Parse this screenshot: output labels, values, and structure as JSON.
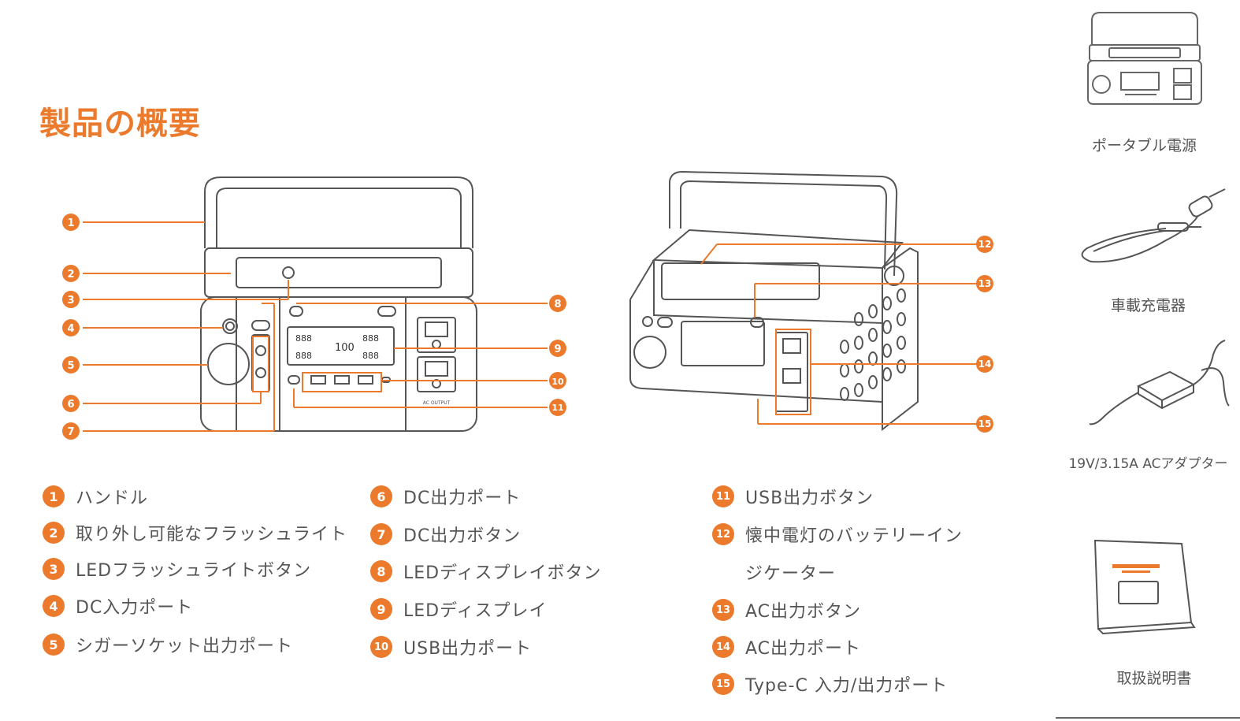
{
  "title": "製品の概要",
  "callouts": [
    "1",
    "2",
    "3",
    "4",
    "5",
    "6",
    "7",
    "8",
    "9",
    "10",
    "11",
    "12",
    "13",
    "14",
    "15"
  ],
  "device": {
    "display_digits": [
      "888",
      "888",
      "888",
      "888",
      "100"
    ],
    "ac_output_label": "AC OUTPUT"
  },
  "legend": [
    {
      "num": "1",
      "label": "ハンドル"
    },
    {
      "num": "2",
      "label": "取り外し可能なフラッシュライト"
    },
    {
      "num": "3",
      "label": "LEDフラッシュライトボタン"
    },
    {
      "num": "4",
      "label": "DC入力ポート"
    },
    {
      "num": "5",
      "label": "シガーソケット出力ポート"
    },
    {
      "num": "6",
      "label": "DC出力ポート"
    },
    {
      "num": "7",
      "label": "DC出力ボタン"
    },
    {
      "num": "8",
      "label": "LEDディスプレイボタン"
    },
    {
      "num": "9",
      "label": "LEDディスプレイ"
    },
    {
      "num": "10",
      "label": "USB出力ポート"
    },
    {
      "num": "11",
      "label": "USB出力ボタン"
    },
    {
      "num": "12",
      "label": "懐中電灯のバッテリーイン",
      "label_cont": "ジケーター"
    },
    {
      "num": "13",
      "label": "AC出力ボタン"
    },
    {
      "num": "14",
      "label": "AC出力ポート"
    },
    {
      "num": "15",
      "label": "Type-C 入力/出力ポート"
    }
  ],
  "accessories": [
    {
      "label": "ポータブル電源"
    },
    {
      "label": "車載充電器"
    },
    {
      "label": "19V/3.15A ACアダプター"
    },
    {
      "label": "取扱説明書"
    }
  ],
  "colors": {
    "accent": "#ec7a2c",
    "line": "#555555"
  }
}
